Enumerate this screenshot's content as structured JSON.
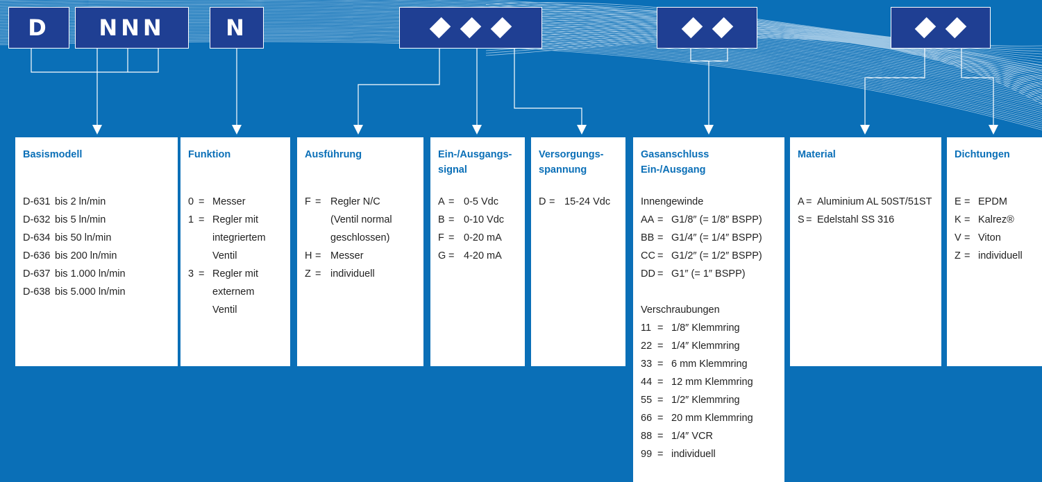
{
  "code_boxes": {
    "box1": "D",
    "box2": "NNN",
    "box3": "N"
  },
  "cards": {
    "basismodell": {
      "title": "Basismodell",
      "rows": [
        {
          "code": "D-631",
          "desc": "bis 2 ln/min"
        },
        {
          "code": "D-632",
          "desc": "bis 5 ln/min"
        },
        {
          "code": "D-634",
          "desc": "bis 50 ln/min"
        },
        {
          "code": "D-636",
          "desc": "bis 200 ln/min"
        },
        {
          "code": "D-637",
          "desc": "bis 1.000 ln/min"
        },
        {
          "code": "D-638",
          "desc": "bis 5.000 ln/min"
        }
      ]
    },
    "funktion": {
      "title": "Funktion",
      "rows": [
        {
          "code": "0",
          "eq": "=",
          "desc": "Messer"
        },
        {
          "code": "1",
          "eq": "=",
          "desc": "Regler mit\nintegriertem\nVentil"
        },
        {
          "code": "3",
          "eq": "=",
          "desc": "Regler mit\nexternem\nVentil"
        }
      ]
    },
    "ausfuehrung": {
      "title": "Ausführung",
      "rows": [
        {
          "code": "F",
          "eq": "=",
          "desc": "Regler N/C\n(Ventil normal\ngeschlossen)"
        },
        {
          "code": "H",
          "eq": "=",
          "desc": "Messer"
        },
        {
          "code": "Z",
          "eq": "=",
          "desc": "individuell"
        }
      ]
    },
    "signal": {
      "title": "Ein-/Ausgangs-\nsignal",
      "rows": [
        {
          "code": "A",
          "eq": "=",
          "desc": "0-5 Vdc"
        },
        {
          "code": "B",
          "eq": "=",
          "desc": "0-10 Vdc"
        },
        {
          "code": "F",
          "eq": "=",
          "desc": "0-20 mA"
        },
        {
          "code": "G",
          "eq": "=",
          "desc": "4-20 mA"
        }
      ]
    },
    "versorgung": {
      "title": "Versorgungs-\nspannung",
      "rows": [
        {
          "code": "D",
          "eq": "=",
          "desc": "15-24 Vdc"
        }
      ]
    },
    "gasanschluss": {
      "title": "Gasanschluss\nEin-/Ausgang",
      "group1_title": "Innengewinde",
      "group1": [
        {
          "code": "AA",
          "eq": "=",
          "desc": "G1/8″ (= 1/8″ BSPP)"
        },
        {
          "code": "BB",
          "eq": "=",
          "desc": "G1/4″ (= 1/4″ BSPP)"
        },
        {
          "code": "CC",
          "eq": "=",
          "desc": "G1/2″ (= 1/2″ BSPP)"
        },
        {
          "code": "DD",
          "eq": "=",
          "desc": "G1″ (= 1″ BSPP)"
        }
      ],
      "group2_title": "Verschraubungen",
      "group2": [
        {
          "code": "11",
          "eq": "=",
          "desc": "1/8″ Klemmring"
        },
        {
          "code": "22",
          "eq": "=",
          "desc": "1/4″ Klemmring"
        },
        {
          "code": "33",
          "eq": "=",
          "desc": "6 mm Klemmring"
        },
        {
          "code": "44",
          "eq": "=",
          "desc": "12 mm Klemmring"
        },
        {
          "code": "55",
          "eq": "=",
          "desc": "1/2″ Klemmring"
        },
        {
          "code": "66",
          "eq": "=",
          "desc": "20 mm Klemmring"
        },
        {
          "code": "88",
          "eq": "=",
          "desc": "1/4″ VCR"
        },
        {
          "code": "99",
          "eq": "=",
          "desc": "individuell"
        }
      ]
    },
    "material": {
      "title": "Material",
      "rows": [
        {
          "code": "A",
          "eq": "=",
          "desc": "Aluminium AL 50ST/51ST"
        },
        {
          "code": "S",
          "eq": "=",
          "desc": "Edelstahl SS 316"
        }
      ]
    },
    "dichtungen": {
      "title": "Dichtungen",
      "rows": [
        {
          "code": "E",
          "eq": "=",
          "desc": "EPDM"
        },
        {
          "code": "K",
          "eq": "=",
          "desc": "Kalrez®"
        },
        {
          "code": "V",
          "eq": "=",
          "desc": "Viton"
        },
        {
          "code": "Z",
          "eq": "=",
          "desc": "individuell"
        }
      ]
    }
  }
}
